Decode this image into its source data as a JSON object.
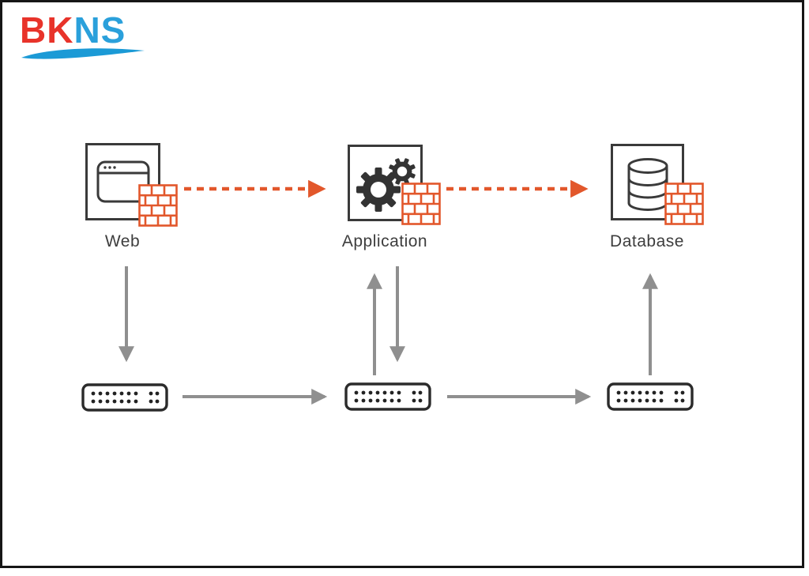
{
  "logo": {
    "part1": "BK",
    "part2": "NS",
    "part1_color": "#e8332a",
    "part2_color": "#2aa0db",
    "swoosh_color": "#1b9ad6"
  },
  "diagram": {
    "tiers": [
      {
        "id": "web",
        "label": "Web",
        "icon": "browser-window-icon",
        "firewall": true
      },
      {
        "id": "application",
        "label": "Application",
        "icon": "gears-icon",
        "firewall": true
      },
      {
        "id": "database",
        "label": "Database",
        "icon": "database-cylinder-icon",
        "firewall": true
      }
    ],
    "switches": [
      {
        "id": "switch-1"
      },
      {
        "id": "switch-2"
      },
      {
        "id": "switch-3"
      }
    ],
    "connections": [
      {
        "from": "web",
        "to": "application",
        "style": "dashed",
        "color": "#e2572b",
        "direction": "right"
      },
      {
        "from": "application",
        "to": "database",
        "style": "dashed",
        "color": "#e2572b",
        "direction": "right"
      },
      {
        "from": "web",
        "to": "switch-1",
        "style": "solid",
        "color": "#8f8f8f",
        "direction": "down"
      },
      {
        "from": "switch-2",
        "to": "application",
        "style": "solid",
        "color": "#8f8f8f",
        "direction": "up"
      },
      {
        "from": "application",
        "to": "switch-2",
        "style": "solid",
        "color": "#8f8f8f",
        "direction": "down"
      },
      {
        "from": "switch-3",
        "to": "database",
        "style": "solid",
        "color": "#8f8f8f",
        "direction": "up"
      },
      {
        "from": "switch-1",
        "to": "switch-2",
        "style": "solid",
        "color": "#8f8f8f",
        "direction": "right"
      },
      {
        "from": "switch-2",
        "to": "switch-3",
        "style": "solid",
        "color": "#8f8f8f",
        "direction": "right"
      }
    ],
    "colors": {
      "firewall_orange": "#e2572b",
      "arrow_gray": "#8f8f8f",
      "outline_dark": "#3a3a3a"
    }
  }
}
